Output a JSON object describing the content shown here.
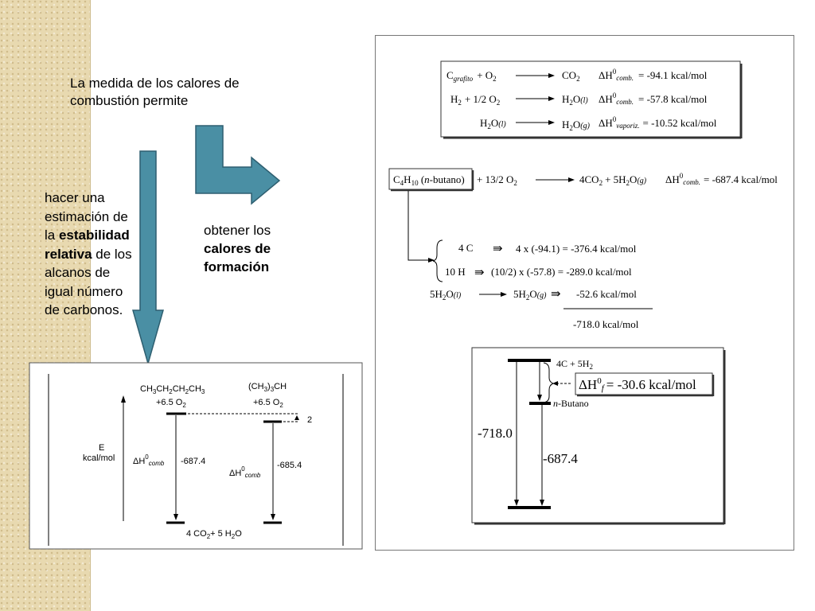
{
  "slide": {
    "intro_text": "La medida de los calores de combustión permite",
    "left_text_start": "hacer una estimación de la ",
    "left_text_bold": "estabilidad relativa",
    "left_text_end": " de los alcanos de igual número de carbonos.",
    "right_text_start": "obtener los ",
    "right_text_bold": "calores de formación",
    "colors": {
      "arrow_fill": "#4a8fa4",
      "arrow_stroke": "#2e5f70",
      "sidebar": "#e8d9b0"
    }
  },
  "combustion_box": {
    "r1_lhs": "C",
    "r1_lhs_sub": "grafito",
    "r1_plus": "+ O",
    "r1_o2_sub": "2",
    "r1_rhs": "CO",
    "r1_rhs_sub": "2",
    "r1_dh": "ΔH",
    "r1_dh_sup": "0",
    "r1_dh_sub": "comb.",
    "r1_val": "= -94.1 kcal/mol",
    "r2_lhs": "H",
    "r2_lhs_sub": "2",
    "r2_plus": "+ 1/2 O",
    "r2_o2_sub": "2",
    "r2_rhs": "H",
    "r2_rhs_sub": "2",
    "r2_rhs_o": "O",
    "r2_rhs_state": "(l)",
    "r2_dh": "ΔH",
    "r2_dh_sup": "0",
    "r2_dh_sub": "comb.",
    "r2_val": "= -57.8 kcal/mol",
    "r3_lhs": "H",
    "r3_lhs_sub": "2",
    "r3_lhs_o": "O",
    "r3_lhs_state": "(l)",
    "r3_rhs": "H",
    "r3_rhs_sub": "2",
    "r3_rhs_o": "O",
    "r3_rhs_state": "(g)",
    "r3_dh": "ΔH",
    "r3_dh_sup": "0",
    "r3_dh_sub": "vaporiz.",
    "r3_val": "= -10.52 kcal/mol"
  },
  "butane": {
    "formula_c": "C",
    "formula_c_sub": "4",
    "formula_h": "H",
    "formula_h_sub": "10",
    "formula_name_pre": " (",
    "formula_name": "n",
    "formula_name_post": "-butano)",
    "plus": "+ 13/2 O",
    "o2_sub": "2",
    "products": "4CO",
    "products_sub": "2",
    "products_plus": "+ 5H",
    "products_h_sub": "2",
    "products_o": "O",
    "products_state": "(g)",
    "dh": "ΔH",
    "dh_sup": "0",
    "dh_sub": "comb.",
    "dh_val": "= -687.4 kcal/mol",
    "row1_lhs": "4 C",
    "row1_rhs": "4 x (-94.1) = -376.4 kcal/mol",
    "row2_lhs": "10 H",
    "row2_rhs": "(10/2) x (-57.8) = -289.0 kcal/mol",
    "row3_lhs": "5H",
    "row3_lhs_sub": "2",
    "row3_lhs_o": "O",
    "row3_lhs_state": "(l)",
    "row3_mid": "5H",
    "row3_mid_sub": "2",
    "row3_mid_o": "O",
    "row3_mid_state": "(g)",
    "row3_rhs": "-52.6 kcal/mol",
    "total": "-718.0 kcal/mol"
  },
  "formation_diagram": {
    "top_label": "4C + 5H",
    "top_label_sub": "2",
    "dhf": "ΔH",
    "dhf_sup": "0",
    "dhf_sub": "f",
    "dhf_val": "= -30.6 kcal/mol",
    "butano_n": "n",
    "butano_label": "-Butano",
    "left_value": "-718.0",
    "right_value": "-687.4"
  },
  "energy_diagram": {
    "left_formula": "CH",
    "left_formula_s1": "3",
    "left_formula_p2": "CH",
    "left_formula_s2": "2",
    "left_formula_p3": "CH",
    "left_formula_s3": "2",
    "left_formula_p4": "CH",
    "left_formula_s4": "3",
    "left_o2": "+6.5 O",
    "left_o2_sub": "2",
    "right_formula_a": "(CH",
    "right_formula_s1": "3",
    "right_formula_b": ")",
    "right_formula_s2": "3",
    "right_formula_c": "CH",
    "right_o2": "+6.5 O",
    "right_o2_sub": "2",
    "gap_value": "2",
    "axis_label": "E",
    "axis_unit": "kcal/mol",
    "left_dh": "ΔH",
    "left_dh_sup": "0",
    "left_dh_sub": "comb",
    "left_value": "-687.4",
    "right_dh": "ΔH",
    "right_dh_sup": "0",
    "right_dh_sub": "comb",
    "right_value": "-685.4",
    "products": "4 CO",
    "products_s1": "2",
    "products_b": "+ 5 H",
    "products_s2": "2",
    "products_c": "O"
  }
}
